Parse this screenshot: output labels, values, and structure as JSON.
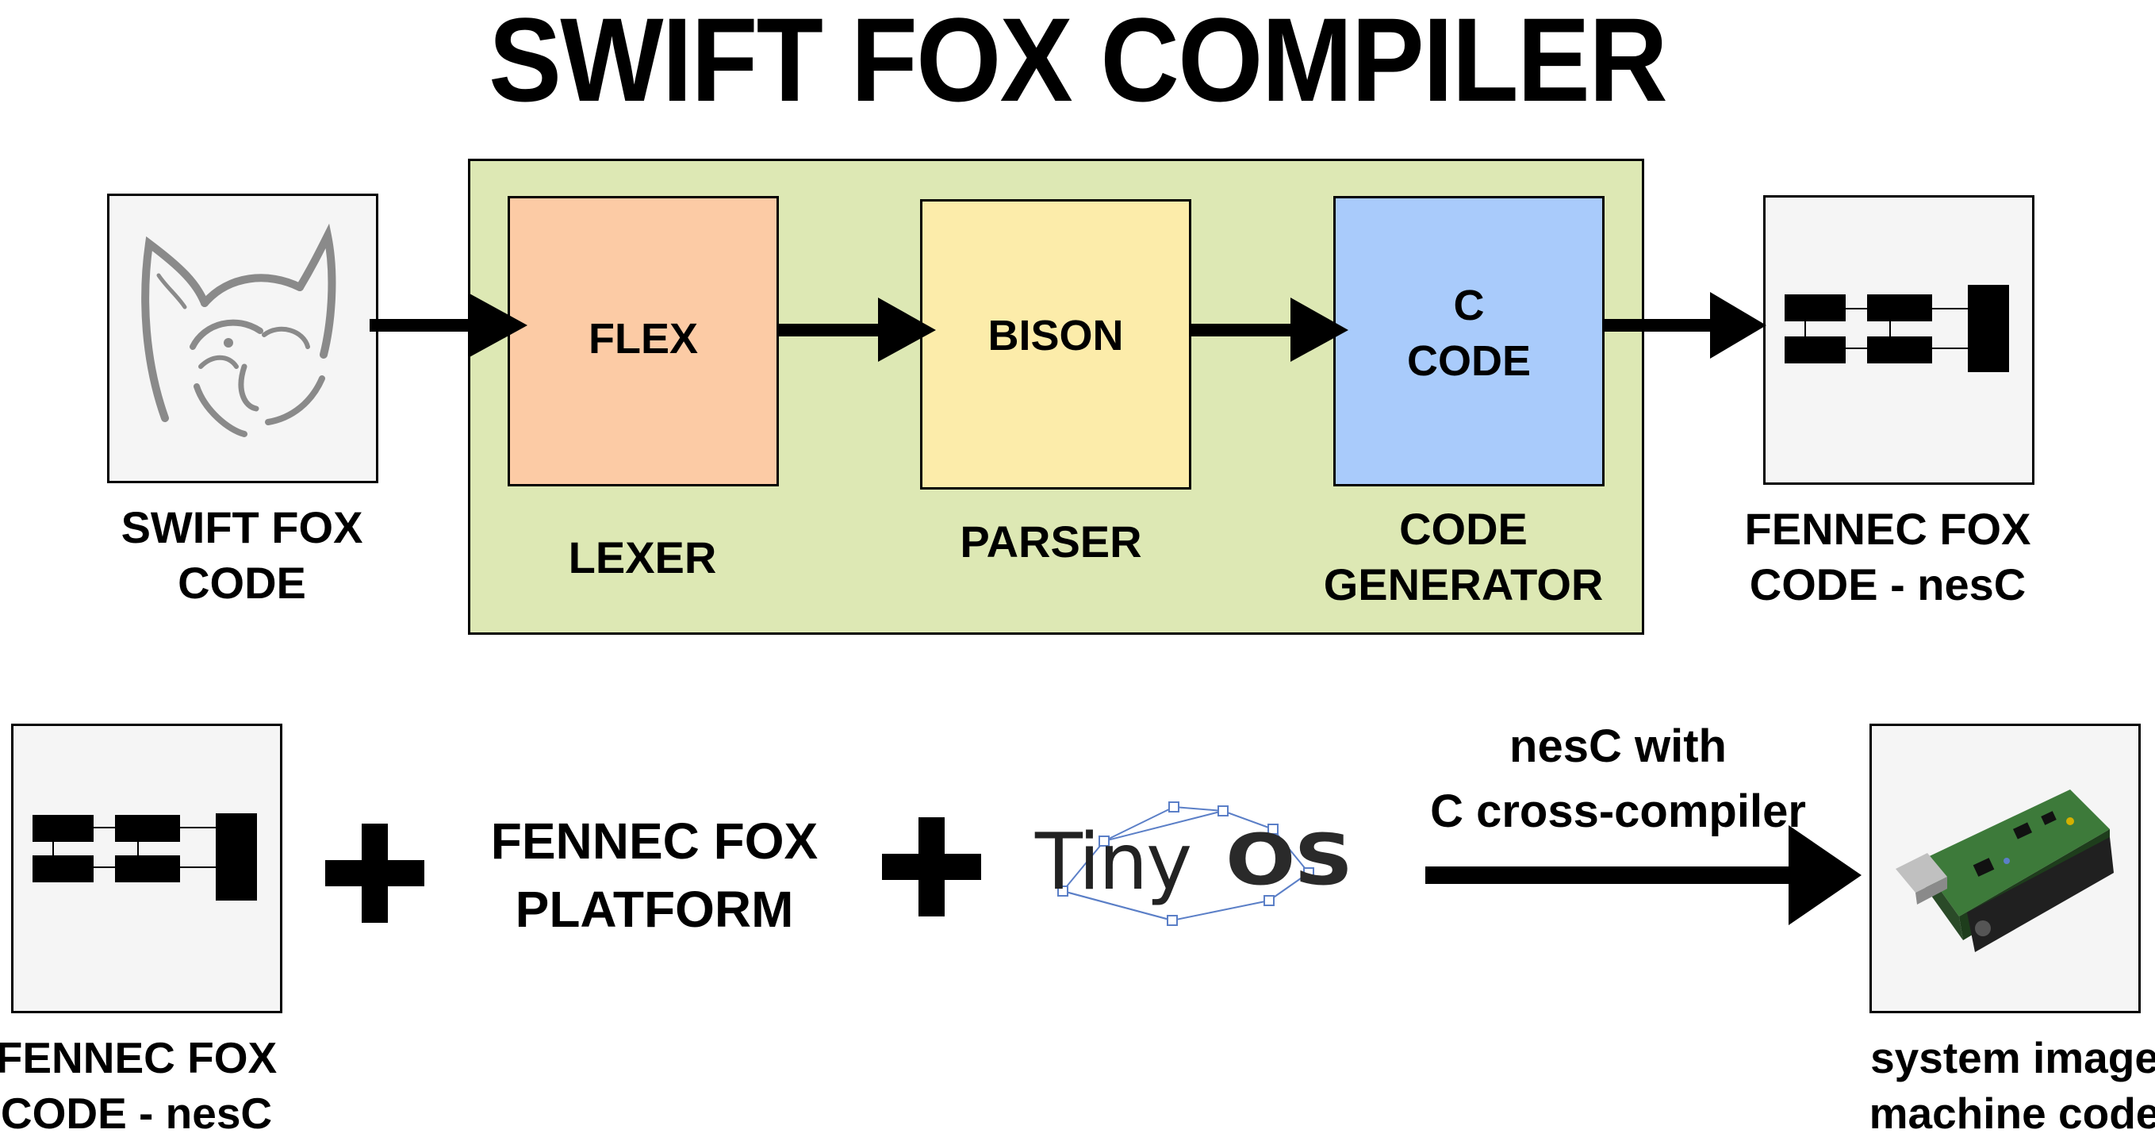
{
  "title": "SWIFT FOX COMPILER",
  "colors": {
    "compiler_bg": "#dde8b4",
    "flex_bg": "#fccba5",
    "bison_bg": "#fcecaa",
    "ccode_bg": "#a9cbfb",
    "panel_bg": "#f5f5f5",
    "tinyos_blue": "#5b7fc7"
  },
  "top": {
    "source_label": "SWIFT FOX\nCODE",
    "source_icon": "fox-icon",
    "stages": [
      {
        "name": "FLEX",
        "role": "LEXER"
      },
      {
        "name": "BISON",
        "role": "PARSER"
      },
      {
        "name": "C\nCODE",
        "role": "CODE\nGENERATOR"
      }
    ],
    "output_label": "FENNEC FOX\nCODE - nesC",
    "output_icon": "component-diagram-icon"
  },
  "bottom": {
    "input_label": "FENNEC FOX\nCODE - nesC",
    "input_icon": "component-diagram-icon",
    "plus_1": "+",
    "platform_label": "FENNEC FOX\nPLATFORM",
    "plus_2": "+",
    "tinyos_text_1": "Tiny",
    "tinyos_text_2": "OS",
    "compile_label": "nesC with\nC cross-compiler",
    "result_label": "system image\nmachine code",
    "result_icon": "sensor-board-icon"
  }
}
